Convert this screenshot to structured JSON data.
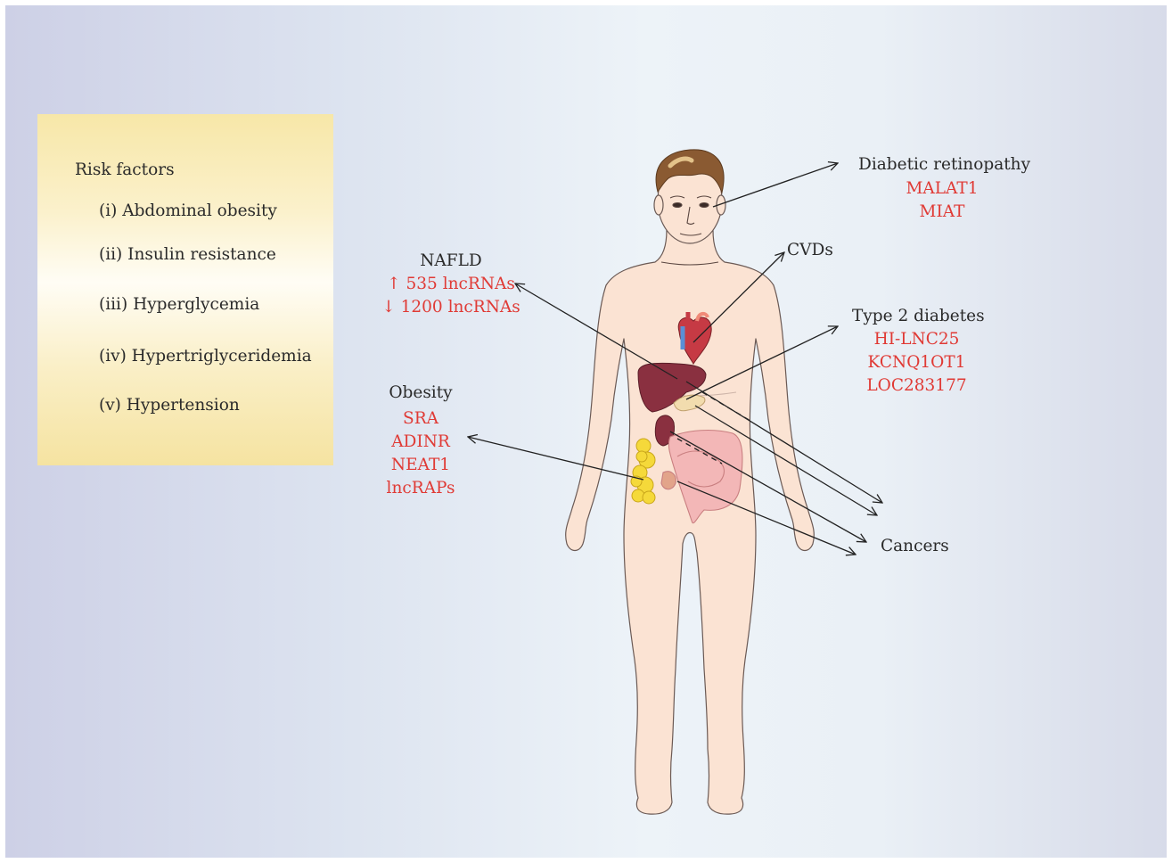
{
  "risk_factors": {
    "title": "Risk factors",
    "items": [
      "(i) Abdominal obesity",
      "(ii) Insulin resistance",
      "(iii) Hyperglycemia",
      "(iv) Hypertriglyceridemia",
      "(v) Hypertension"
    ]
  },
  "diseases": {
    "retinopathy": {
      "title": "Diabetic retinopathy",
      "genes": [
        "MALAT1",
        "MIAT"
      ]
    },
    "cvds": {
      "title": "CVDs"
    },
    "nafld": {
      "title": "NAFLD",
      "genes": [
        "↑ 535 lncRNAs",
        "↓ 1200 lncRNAs"
      ]
    },
    "t2d": {
      "title": "Type 2 diabetes",
      "genes": [
        "HI-LNC25",
        "KCNQ1OT1",
        "LOC283177"
      ]
    },
    "obesity": {
      "title": "Obesity",
      "genes": [
        "SRA",
        "ADINR",
        "NEAT1",
        "lncRAPs"
      ]
    },
    "cancers": {
      "title": "Cancers"
    }
  },
  "colors": {
    "highlight_text": "#e03a35",
    "body_text": "#2a2a2a",
    "skin": "#fbe3d3",
    "liver": "#8a3040",
    "fat": "#f5d93a",
    "intestine": "#f3b7b7"
  }
}
